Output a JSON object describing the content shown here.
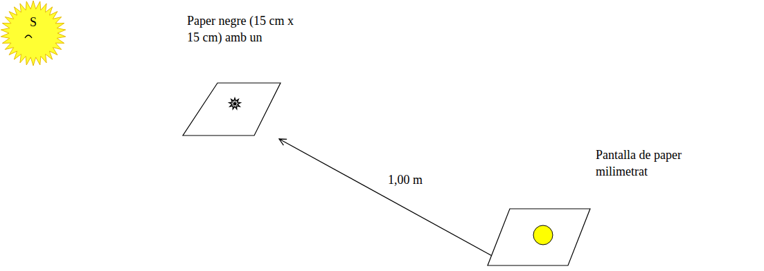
{
  "diagram": {
    "nodes": [
      {
        "text": [
          "S"
        ]
      },
      {
        "text": [
          "Paper negre (15 cm x 15 cm) amb un"
        ]
      },
      {
        "text": [
          "Pantalla de paper milimetrat"
        ]
      }
    ],
    "edges": [
      {
        "from": 1,
        "to": 2,
        "label": "1,00 m",
        "arrow": "both"
      }
    ]
  }
}
